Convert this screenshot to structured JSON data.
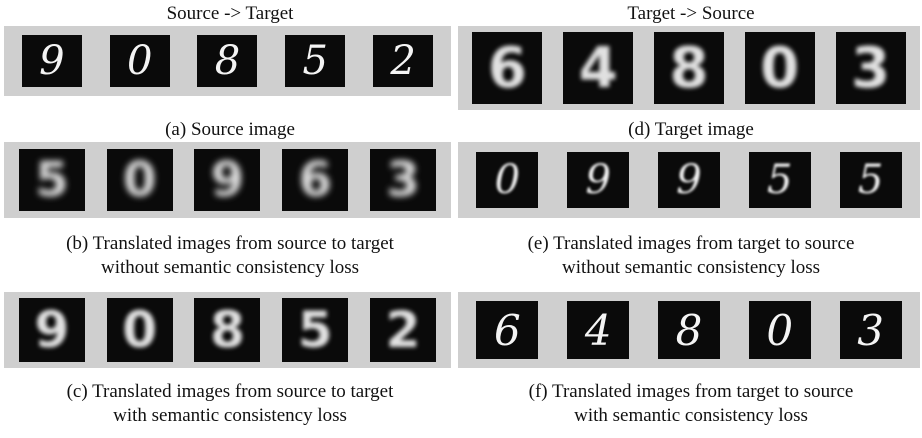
{
  "left": {
    "heading": "Source -> Target",
    "strips": [
      {
        "digits": [
          "9",
          "0",
          "8",
          "5",
          "2"
        ],
        "caption": [
          "(a) Source image"
        ]
      },
      {
        "digits": [
          "5",
          "0",
          "9",
          "6",
          "3"
        ],
        "caption": [
          "(b) Translated images from source to target",
          "without semantic consistency loss"
        ]
      },
      {
        "digits": [
          "9",
          "0",
          "8",
          "5",
          "2"
        ],
        "caption": [
          "(c) Translated images from source to target",
          "with semantic consistency loss"
        ]
      }
    ]
  },
  "right": {
    "heading": "Target -> Source",
    "strips": [
      {
        "digits": [
          "6",
          "4",
          "8",
          "0",
          "3"
        ],
        "caption": [
          "(d) Target image"
        ]
      },
      {
        "digits": [
          "0",
          "9",
          "9",
          "5",
          "5"
        ],
        "caption": [
          "(e) Translated images from target to source",
          "without semantic consistency loss"
        ]
      },
      {
        "digits": [
          "6",
          "4",
          "8",
          "0",
          "3"
        ],
        "caption": [
          "(f) Translated images from target to source",
          "with semantic consistency loss"
        ]
      }
    ]
  },
  "colors": {
    "strip_bg": "#cfcfcf",
    "digit_bg": "#0a0a0a",
    "digit_fg": "#f4f4f4"
  }
}
